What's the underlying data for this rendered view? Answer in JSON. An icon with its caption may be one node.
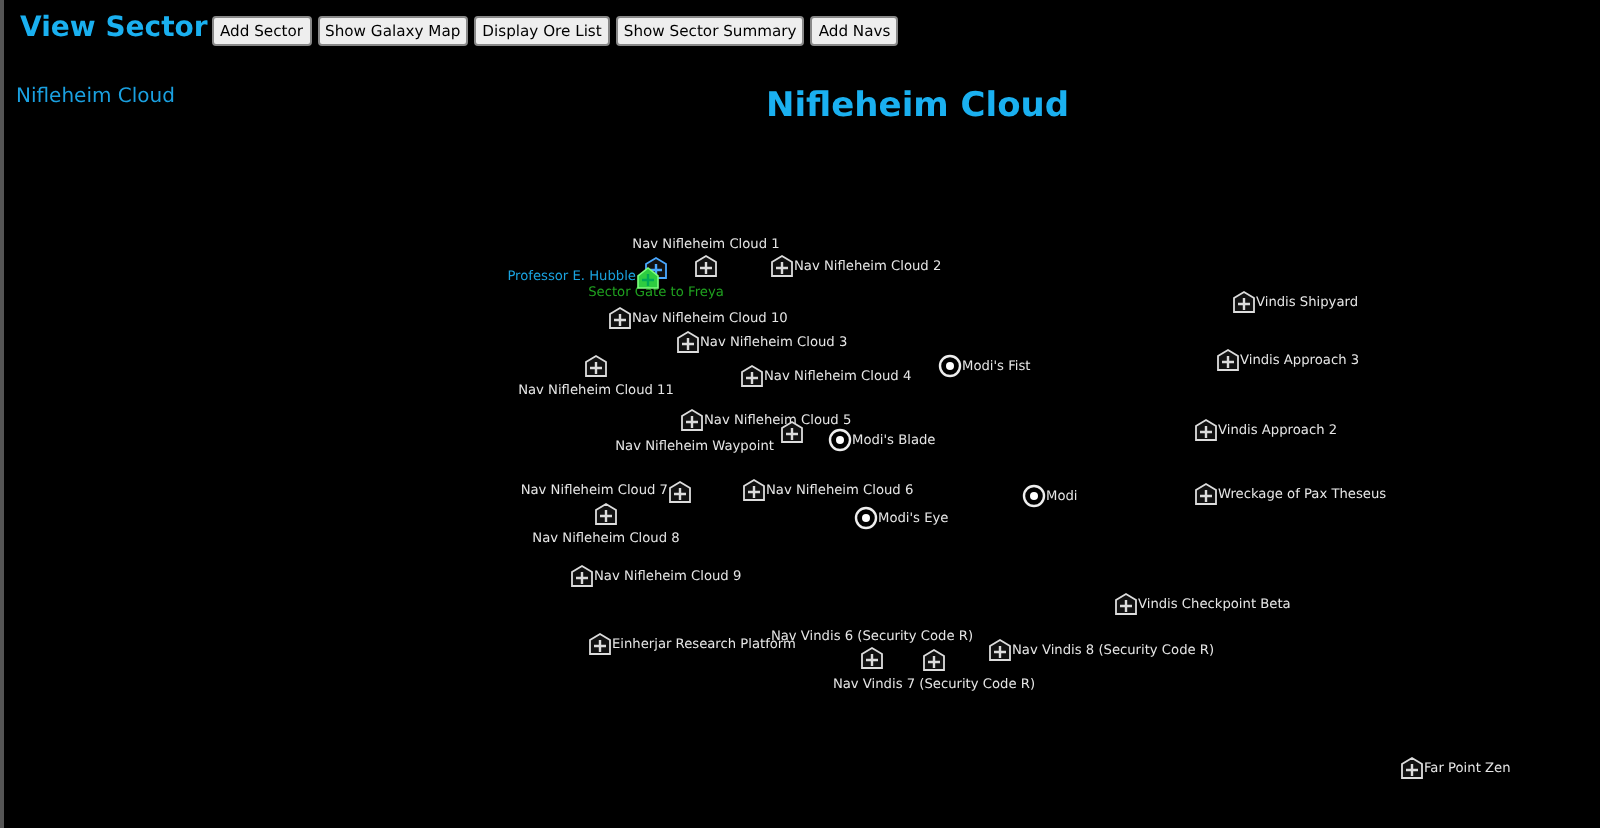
{
  "diagram": {
    "title": "View Sector",
    "nodes": [
      {
        "text": [
          "Nav Nifleheim Cloud 1"
        ]
      },
      {
        "text": [
          "Professor E. Hubble"
        ]
      },
      {
        "text": [
          "Nav Nifleheim Cloud 2"
        ]
      },
      {
        "text": [
          "Sector Gate to Freya"
        ]
      },
      {
        "text": [
          "Vindis Shipyard"
        ]
      },
      {
        "text": [
          "Nav Nifleheim Cloud 10"
        ]
      },
      {
        "text": [
          "Nav Nifleheim Cloud 3"
        ]
      },
      {
        "text": [
          "Vindis Approach 3"
        ]
      },
      {
        "text": [
          "Nav Nifleheim Cloud 11"
        ]
      },
      {
        "text": [
          "Modi's Fist"
        ]
      },
      {
        "text": [
          "Nav Nifleheim Cloud 4"
        ]
      },
      {
        "text": [
          "Nav Nifleheim Cloud 5"
        ]
      },
      {
        "text": [
          "Nav Nifleheim Waypoint"
        ]
      },
      {
        "text": [
          "Modi's Blade"
        ]
      },
      {
        "text": [
          "Vindis Approach 2"
        ]
      },
      {
        "text": [
          "Nav Nifleheim Cloud 7"
        ]
      },
      {
        "text": [
          "Nav Nifleheim Cloud 6"
        ]
      },
      {
        "text": [
          "Modi"
        ]
      },
      {
        "text": [
          "Wreckage of Pax Theseus"
        ]
      },
      {
        "text": [
          "Nav Nifleheim Cloud 8"
        ]
      },
      {
        "text": [
          "Modi's Eye"
        ]
      },
      {
        "text": [
          "Nav Nifleheim Cloud 9"
        ]
      },
      {
        "text": [
          "Vindis Checkpoint Beta"
        ]
      },
      {
        "text": [
          "Nav Vindis 6 (Security Code R)"
        ]
      },
      {
        "text": [
          "Einherjar Research Platform"
        ]
      },
      {
        "text": [
          "Nav Vindis 8 (Security Code R)"
        ]
      },
      {
        "text": [
          "Nav Vindis 7 (Security Code R)"
        ]
      },
      {
        "text": [
          "Far Point Zen"
        ]
      }
    ],
    "labels": [
      "Add Sector",
      "Show Galaxy Map",
      "Display Ore List",
      "Show Sector Summary",
      "Add Navs",
      "Nifleheim Cloud",
      "Nifleheim Cloud"
    ]
  }
}
